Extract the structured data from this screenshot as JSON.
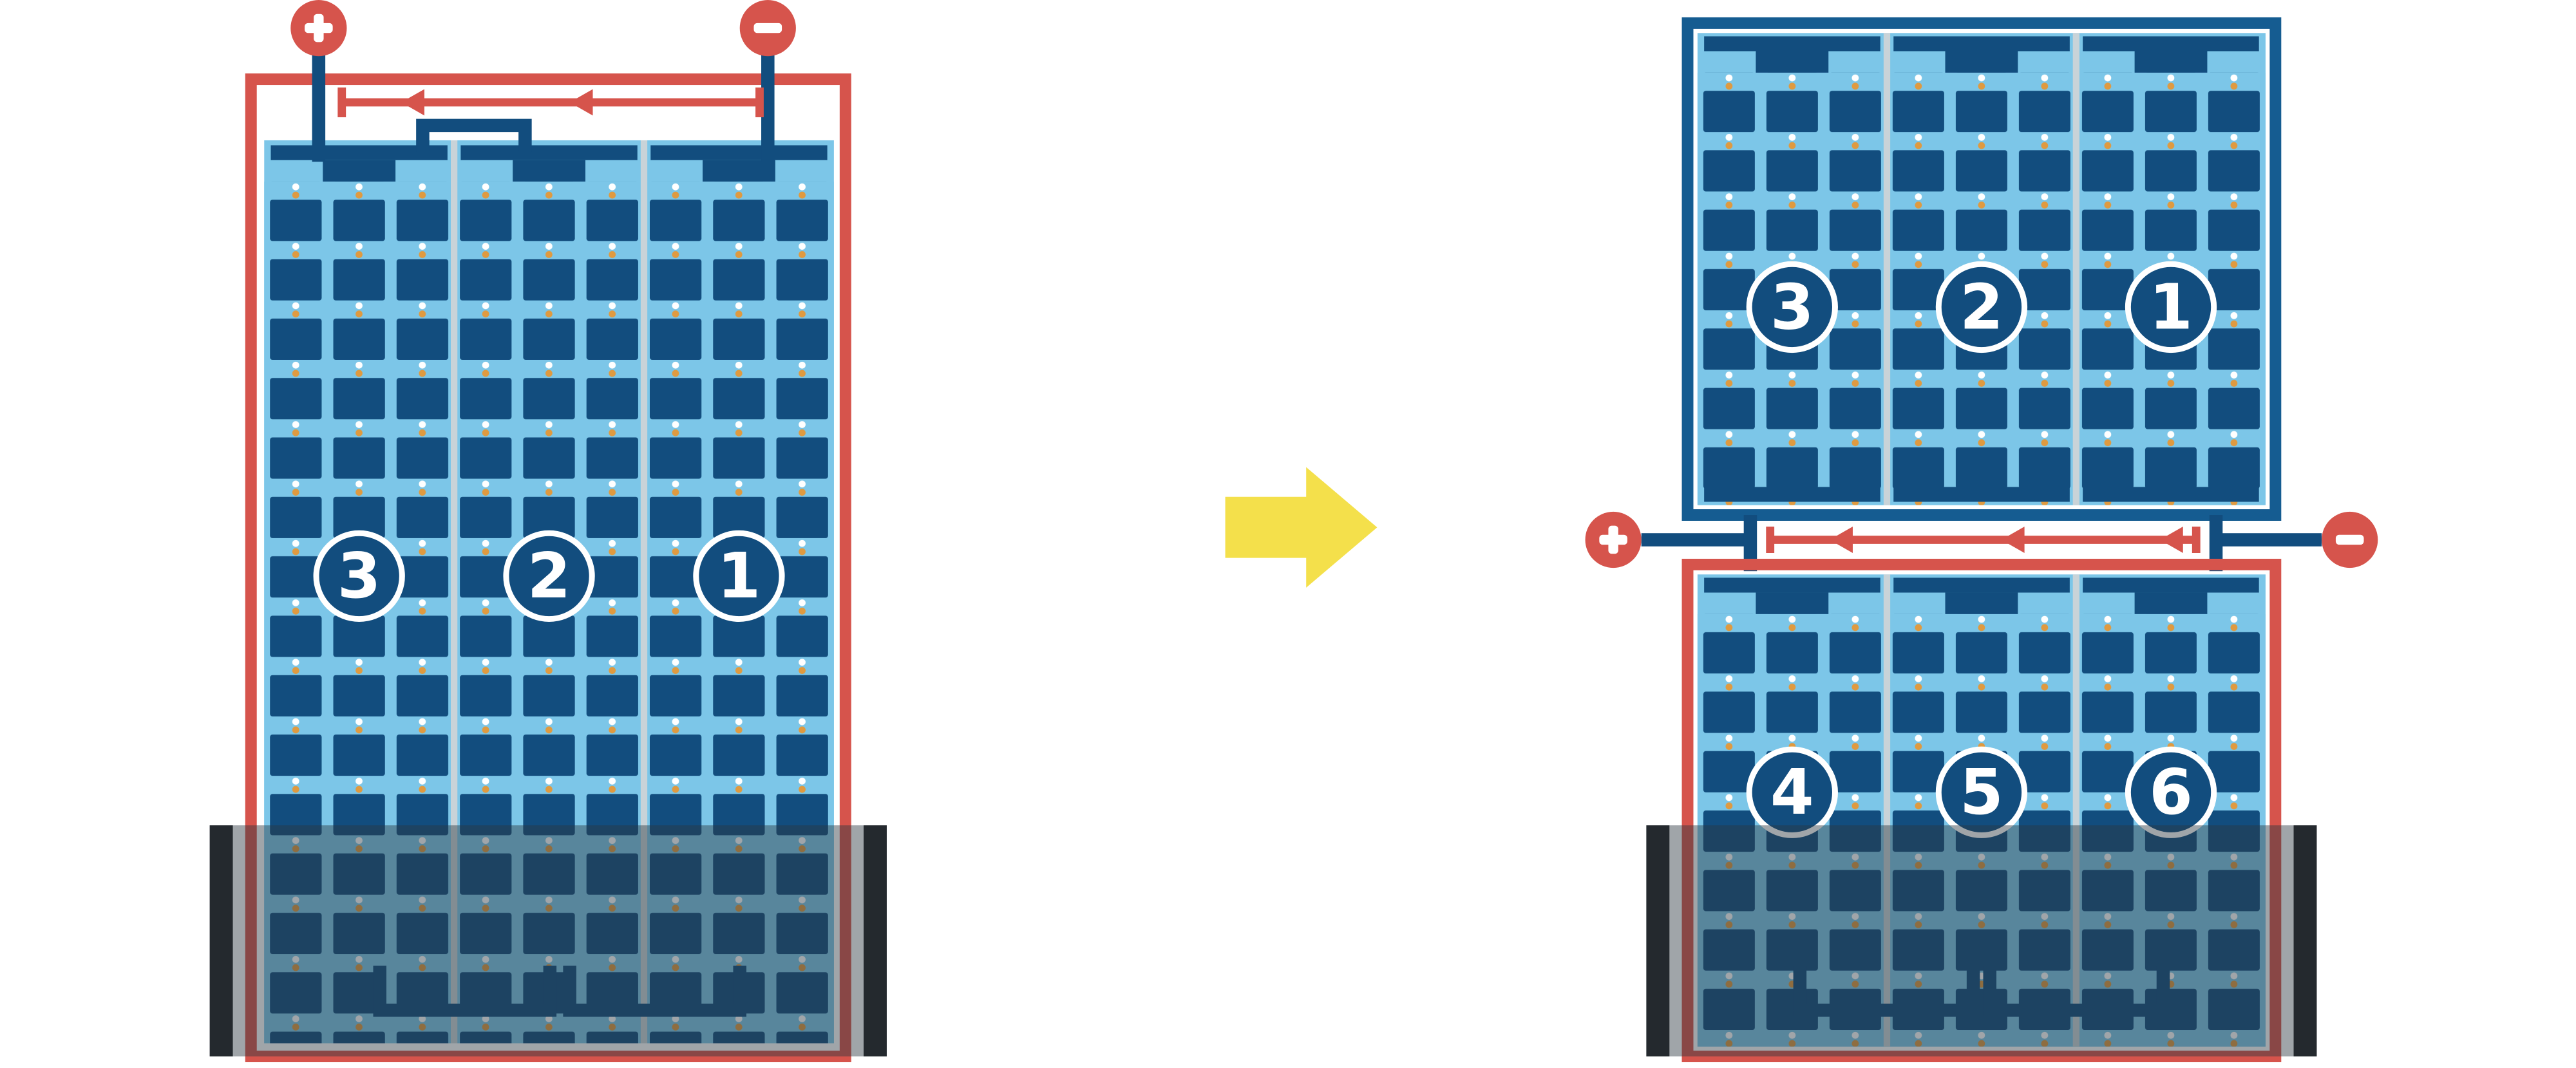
{
  "left_diagram": {
    "terminals": {
      "positive": "+",
      "negative": "−"
    },
    "modules": [
      "3",
      "2",
      "1"
    ]
  },
  "right_diagram": {
    "terminals": {
      "positive": "+",
      "negative": "−"
    },
    "top_modules": [
      "3",
      "2",
      "1"
    ],
    "bottom_modules": [
      "4",
      "5",
      "6"
    ]
  },
  "icons": {
    "positive_terminal": "plus-icon",
    "negative_terminal": "minus-icon",
    "transform": "right-block-arrow"
  },
  "colors": {
    "wire_red": "#d6544c",
    "cell_blue": "#124d7e",
    "panel_light_blue": "#7cc6e8",
    "frame_blue": "#155c91",
    "column_gap_gray": "#c9d3d8",
    "arrow_yellow": "#f4e04b",
    "shade_gray": "#2c3740",
    "side_bar_dark": "#24292e",
    "dot_orange": "#df9a40",
    "dot_white": "#ffffff"
  }
}
